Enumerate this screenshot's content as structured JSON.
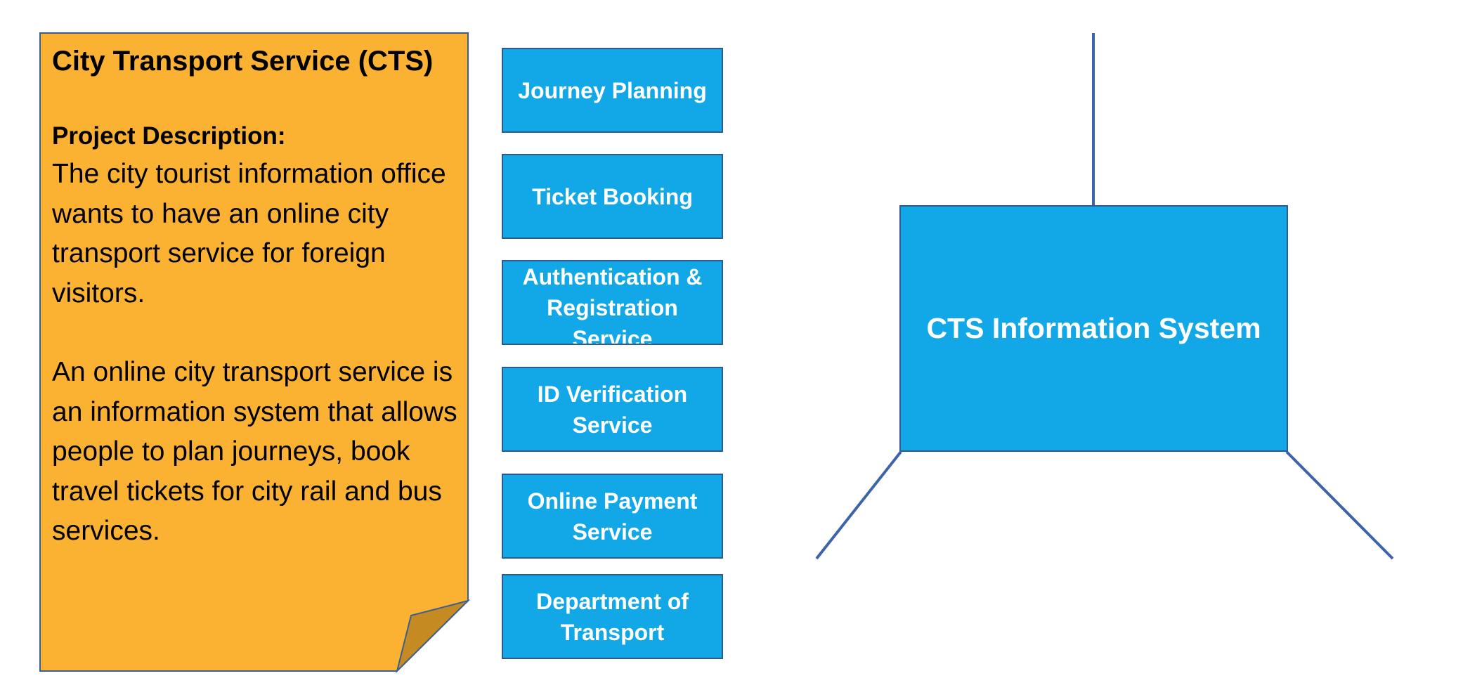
{
  "note": {
    "title": "City Transport Service (CTS)",
    "subtitle": "Project Description:",
    "paragraph1": "The city tourist information office wants to have an online city transport service for foreign visitors.",
    "paragraph2": "An online city transport service is an information system that allows people to plan journeys, book travel tickets for city rail and bus services."
  },
  "services": [
    {
      "label": "Journey Planning"
    },
    {
      "label": "Ticket Booking"
    },
    {
      "label": "Authentication & Registration Service"
    },
    {
      "label": "ID Verification Service"
    },
    {
      "label": "Online Payment Service"
    },
    {
      "label": "Department of Transport"
    }
  ],
  "system": {
    "label": "CTS Information System"
  },
  "colors": {
    "note_fill": "#fbb232",
    "note_fold": "#c58b22",
    "note_border": "#3a5f93",
    "box_fill": "#12a8e8",
    "box_border": "#2e5a8c",
    "connector": "#3d64a8"
  }
}
